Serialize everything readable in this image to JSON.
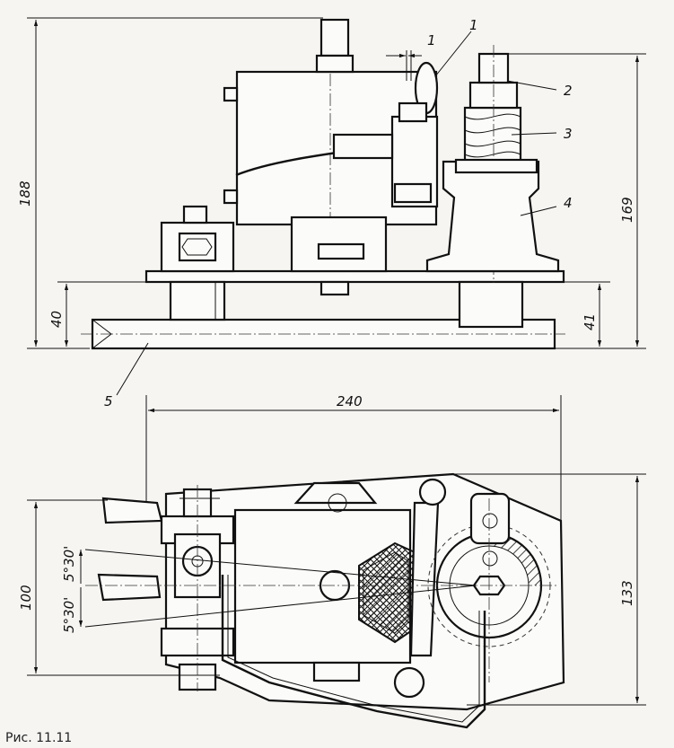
{
  "callouts": [
    "1",
    "1",
    "2",
    "3",
    "4",
    "5"
  ],
  "dimensions": {
    "overall_height_left": "188",
    "overall_height_right": "169",
    "base_height_left": "40",
    "base_height_right": "41",
    "overall_length": "240",
    "plan_width_left": "100",
    "plan_width_right": "133",
    "angle_upper": "5°30'",
    "angle_lower": "5°30'",
    "gap": "1"
  },
  "caption": "Рис. 11.11"
}
